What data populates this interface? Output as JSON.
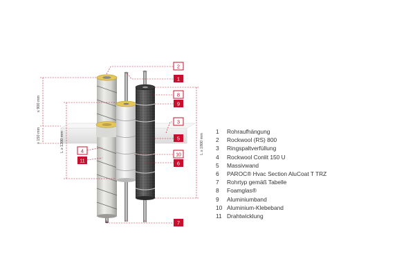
{
  "colors": {
    "accent": "#c8102e",
    "dim_line": "#c8102e"
  },
  "dimensions": {
    "top": "≤ 900 mm",
    "wall": "≥ 150 mm",
    "middle": "L ≥ 1200 mm",
    "right": "L ≥ 1800 mm"
  },
  "markers": [
    "2",
    "1",
    "8",
    "9",
    "3",
    "5",
    "4",
    "11",
    "10",
    "6",
    "7"
  ],
  "legend": [
    {
      "num": "1",
      "text": "Rohraufhängung"
    },
    {
      "num": "2",
      "text": "Rockwool (RS) 800"
    },
    {
      "num": "3",
      "text": "Ringspaltverfüllung"
    },
    {
      "num": "4",
      "text": "Rockwool Conlit 150 U"
    },
    {
      "num": "5",
      "text": "Massivwand"
    },
    {
      "num": "6",
      "text": "PAROC® Hvac Section AluCoat T TRZ"
    },
    {
      "num": "7",
      "text": "Rohrtyp gemäß Tabelle"
    },
    {
      "num": "8",
      "text": "Foamglas®"
    },
    {
      "num": "9",
      "text": "Aluminiumband"
    },
    {
      "num": "10",
      "text": "Aluminium-Klebeband"
    },
    {
      "num": "11",
      "text": "Drahtwicklung"
    }
  ]
}
